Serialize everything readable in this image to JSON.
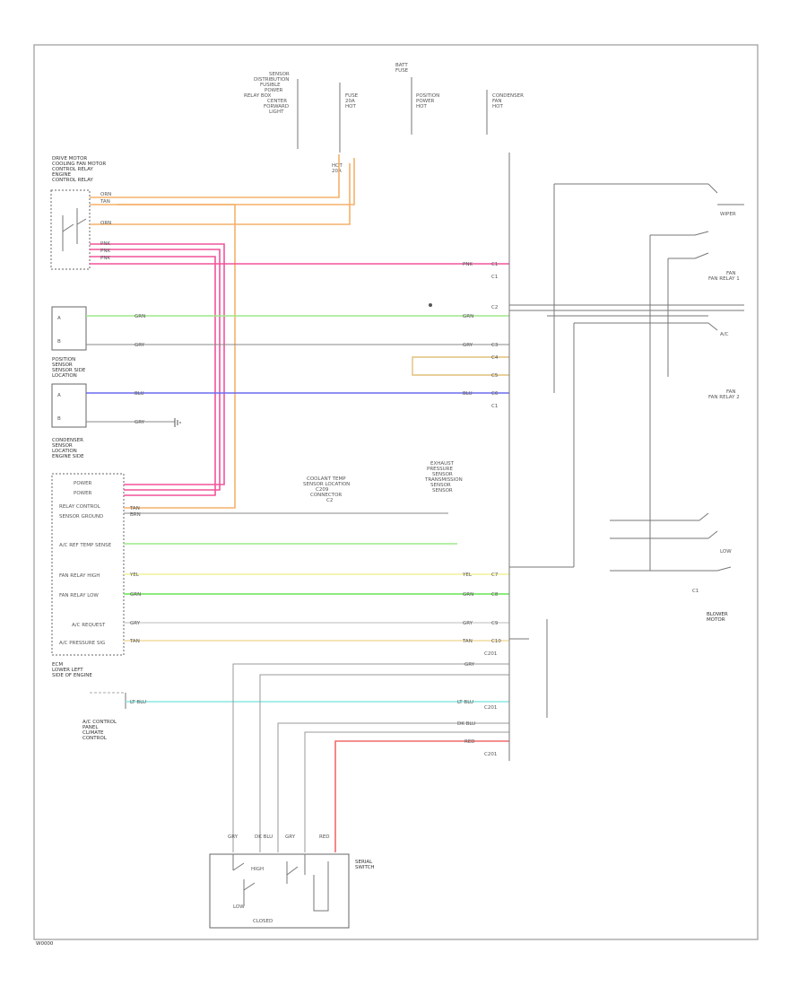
{
  "ref_code": "W0000",
  "labels": {
    "top_comp1": [
      "SENSOR",
      "DISTRIBUTION",
      "FUSIBLE",
      "POWER",
      "RELAY BOX",
      "CENTER",
      "FORWARD",
      "LIGHT"
    ],
    "top_fuse": [
      "FUSE",
      "20A",
      "HOT"
    ],
    "top_block_hdr": [
      "BATT",
      "FUSE"
    ],
    "top_pos": [
      "POSITION",
      "POWER",
      "HOT"
    ],
    "top_cond": [
      "CONDENSER",
      "FAN",
      "HOT"
    ],
    "hot_at": [
      "HOT",
      "20A"
    ],
    "relay_block": [
      "DRIVE MOTOR",
      "COOLING FAN MOTOR",
      "CONTROL RELAY",
      "ENGINE",
      "CONTROL RELAY"
    ],
    "pos_sensor": [
      "POSITION",
      "SENSOR",
      "SENSOR SIDE",
      "LOCATION"
    ],
    "cond_sensor": [
      "CONDENSER",
      "SENSOR",
      "LOCATION",
      "ENGINE SIDE"
    ],
    "mid_conn": [
      "COOLANT TEMP",
      "SENSOR LOCATION",
      "C209",
      "CONNECTOR",
      "C2"
    ],
    "sensor_right": [
      "EXHAUST",
      "PRESSURE",
      "SENSOR",
      "TRANSMISSION",
      "SENSOR",
      "SENSOR"
    ],
    "ecm": [
      "ECM",
      "LOWER LEFT",
      "SIDE OF ENGINE"
    ],
    "climate": [
      "A/C CONTROL",
      "PANEL",
      "CLIMATE",
      "CONTROL"
    ],
    "motor_right": [
      "BLOWER",
      "MOTOR"
    ],
    "switch_box": [
      "SERIAL",
      "SWITCH"
    ],
    "ecm_pins": [
      "POWER",
      "POWER",
      "RELAY CONTROL",
      "SENSOR GROUND",
      "A/C REF TEMP SENSE",
      "FAN RELAY HIGH",
      "FAN RELAY LOW",
      "A/C REQUEST",
      "A/C PRESSURE SIG"
    ],
    "wire_codes": [
      "ORN",
      "TAN",
      "ORN",
      "PNK",
      "PNK",
      "PNK",
      "GRN",
      "GRY",
      "BLU",
      "GRY",
      "TAN",
      "BRN",
      "YEL",
      "GRN",
      "GRY",
      "TAN",
      "LT BLU",
      "RED",
      "GRY",
      "DK BLU"
    ],
    "pin_refs": [
      "C1",
      "C2",
      "C3",
      "C4",
      "C5",
      "C6",
      "C7",
      "C8",
      "C9",
      "C10"
    ],
    "sw_labels": [
      "WIPER",
      "FAN",
      "FAN RELAY 1",
      "FAN RELAY 2",
      "A/C",
      "LOW",
      "HIGH"
    ]
  }
}
